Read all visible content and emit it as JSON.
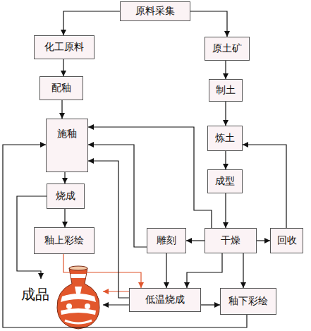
{
  "diagram": {
    "nodes": [
      {
        "text": [
          "原料采集"
        ]
      },
      {
        "text": [
          "化工原料"
        ]
      },
      {
        "text": [
          "原土矿"
        ]
      },
      {
        "text": [
          "配釉"
        ]
      },
      {
        "text": [
          "制土"
        ]
      },
      {
        "text": [
          "施釉"
        ]
      },
      {
        "text": [
          "炼土"
        ]
      },
      {
        "text": [
          "成型"
        ]
      },
      {
        "text": [
          "烧成"
        ]
      },
      {
        "text": [
          "釉上彩绘"
        ]
      },
      {
        "text": [
          "雕刻"
        ]
      },
      {
        "text": [
          "干燥"
        ]
      },
      {
        "text": [
          "回收"
        ]
      },
      {
        "text": [
          "成品"
        ]
      },
      {
        "text": [
          "低温烧成"
        ]
      },
      {
        "text": [
          "釉下彩绘"
        ]
      }
    ],
    "edges": [
      {
        "from": 0,
        "to": 1,
        "arrow": "to"
      },
      {
        "from": 0,
        "to": 2,
        "arrow": "to"
      },
      {
        "from": 1,
        "to": 3,
        "arrow": "to"
      },
      {
        "from": 2,
        "to": 4,
        "arrow": "to"
      },
      {
        "from": 3,
        "to": 5,
        "arrow": "to"
      },
      {
        "from": 4,
        "to": 6,
        "arrow": "to"
      },
      {
        "from": 6,
        "to": 7,
        "arrow": "to"
      },
      {
        "from": 7,
        "to": 11,
        "arrow": "to"
      },
      {
        "from": 5,
        "to": 8,
        "arrow": "to"
      },
      {
        "from": 8,
        "to": 9,
        "arrow": "to"
      },
      {
        "from": 8,
        "to": 13,
        "arrow": "to"
      },
      {
        "from": 9,
        "to": 14,
        "arrow": "to"
      },
      {
        "from": 14,
        "to": 13,
        "arrow": "to"
      },
      {
        "from": 14,
        "to": 13,
        "arrow": "to"
      },
      {
        "from": 14,
        "to": 15,
        "arrow": "to"
      },
      {
        "from": 11,
        "to": 10,
        "arrow": "to"
      },
      {
        "from": 11,
        "to": 12,
        "arrow": "to"
      },
      {
        "from": 12,
        "to": 6,
        "arrow": "to"
      },
      {
        "from": 10,
        "to": 5,
        "arrow": "to"
      },
      {
        "from": 11,
        "to": 5,
        "arrow": "to"
      },
      {
        "from": 14,
        "to": 5,
        "arrow": "to"
      },
      {
        "from": 15,
        "to": 5,
        "arrow": "to"
      },
      {
        "from": 10,
        "to": 14,
        "arrow": "to"
      },
      {
        "from": 11,
        "to": 14,
        "arrow": "to"
      },
      {
        "from": 11,
        "to": 15,
        "arrow": "to"
      }
    ]
  }
}
